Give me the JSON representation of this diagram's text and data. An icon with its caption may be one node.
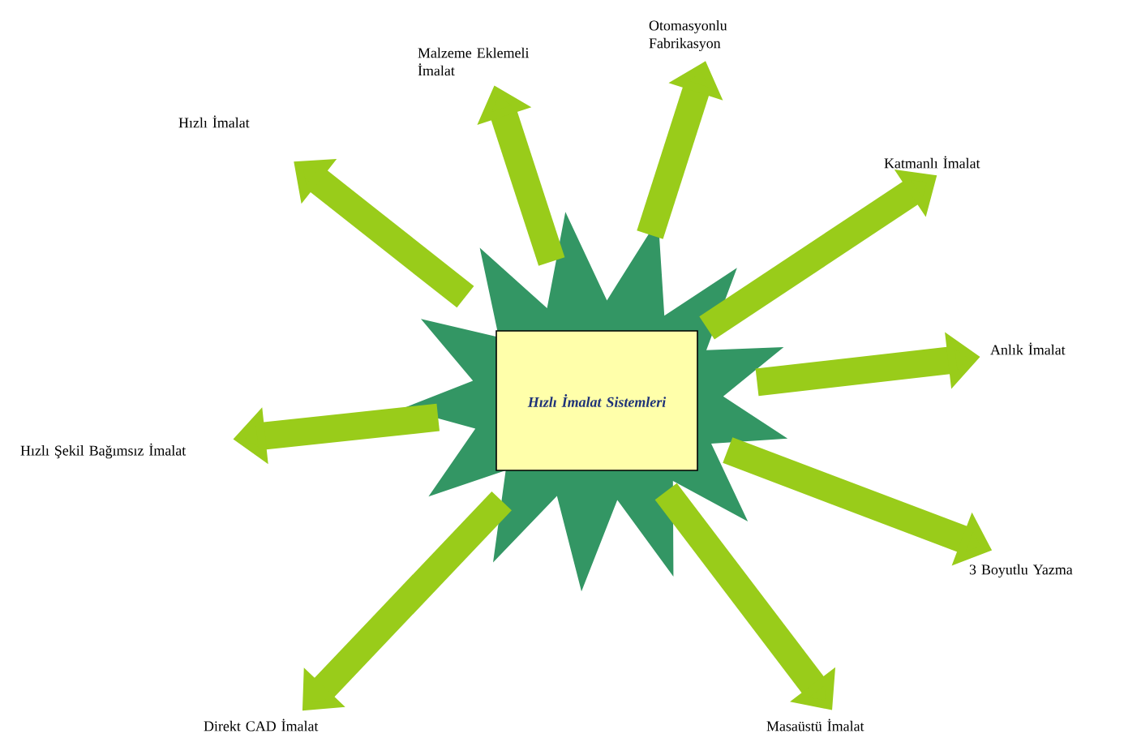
{
  "diagram": {
    "nodes": [
      {
        "text": [
          "Hızlı İmalat Sistemleri"
        ]
      },
      {
        "text": [
          "Hızlı İmalat"
        ]
      },
      {
        "text": [
          "Malzeme Eklemeli İmalat"
        ]
      },
      {
        "text": [
          "Otomasyonlu Fabrikasyon"
        ]
      },
      {
        "text": [
          "Katmanlı İmalat"
        ]
      },
      {
        "text": [
          "Anlık İmalat"
        ]
      },
      {
        "text": [
          "3 Boyutlu Yazma"
        ]
      },
      {
        "text": [
          "Masaüstü İmalat"
        ]
      },
      {
        "text": [
          "Direkt CAD İmalat"
        ]
      },
      {
        "text": [
          "Hızlı Şekil Bağımsız İmalat"
        ]
      }
    ],
    "edges": [
      {
        "from": 0,
        "to": 1,
        "arrow": "to"
      },
      {
        "from": 0,
        "to": 2,
        "arrow": "to"
      },
      {
        "from": 0,
        "to": 3,
        "arrow": "to"
      },
      {
        "from": 0,
        "to": 4,
        "arrow": "to"
      },
      {
        "from": 0,
        "to": 5,
        "arrow": "to"
      },
      {
        "from": 0,
        "to": 6,
        "arrow": "to"
      },
      {
        "from": 0,
        "to": 7,
        "arrow": "to"
      },
      {
        "from": 0,
        "to": 8,
        "arrow": "to"
      },
      {
        "from": 0,
        "to": 9,
        "arrow": "to"
      }
    ]
  }
}
